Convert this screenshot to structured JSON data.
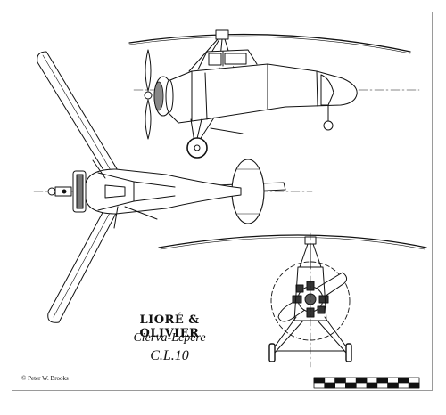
{
  "title_block": {
    "maker": "LIORÉ & OLIVIER",
    "model": "Cierva-Lepère",
    "designation": "C.L.10"
  },
  "credit": "© Peter W. Brooks",
  "colors": {
    "ink": "#111111",
    "paper": "#ffffff",
    "frame": "#9a9a9a"
  }
}
